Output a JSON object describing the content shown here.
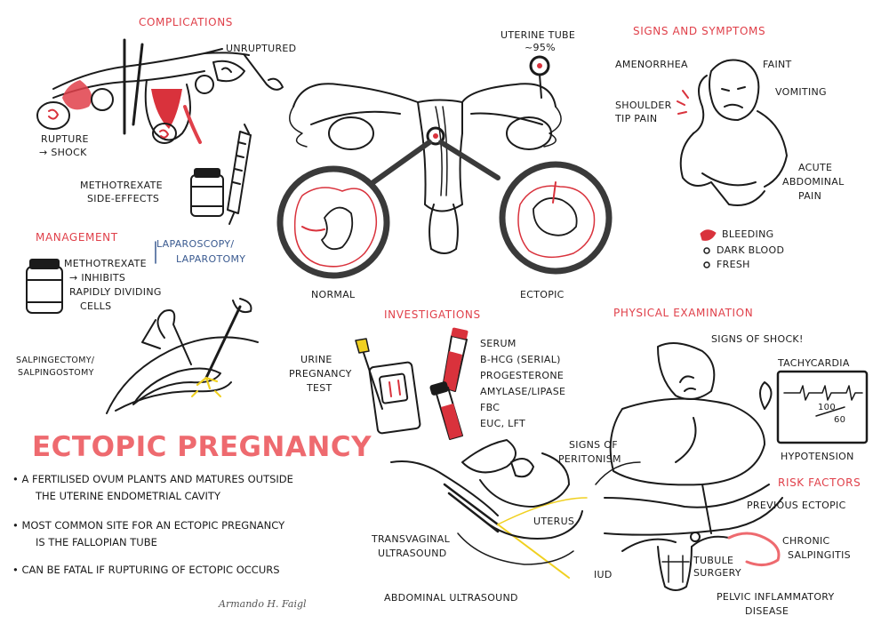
{
  "title": "ECTOPIC PREGNANCY",
  "bullets": [
    "A FERTILISED OVUM PLANTS AND MATURES OUTSIDE",
    "THE UTERINE ENDOMETRIAL CAVITY",
    "MOST COMMON SITE FOR AN ECTOPIC PREGNANCY",
    "IS THE FALLOPIAN TUBE",
    "CAN BE FATAL IF RUPTURING OF ECTOPIC OCCURS"
  ],
  "signature": "Armando H. Faigl",
  "complications": {
    "heading": "COMPLICATIONS",
    "unruptured": "UNRUPTURED",
    "rupture": "RUPTURE",
    "shock": "→ SHOCK",
    "mtx_line1": "METHOTREXATE",
    "mtx_line2": "SIDE-EFFECTS"
  },
  "anatomy": {
    "tube_line1": "UTERINE TUBE",
    "tube_line2": "~95%",
    "normal": "NORMAL",
    "ectopic": "ECTOPIC"
  },
  "signs": {
    "heading": "SIGNS AND SYMPTOMS",
    "amenorrhea": "AMENORRHEA",
    "faint": "FAINT",
    "vomiting": "VOMITING",
    "shoulder_line1": "SHOULDER",
    "shoulder_line2": "TIP PAIN",
    "acute_line1": "ACUTE",
    "acute_line2": "ABDOMINAL",
    "acute_line3": "PAIN",
    "bleeding": "BLEEDING",
    "dark": "DARK BLOOD",
    "fresh": "FRESH"
  },
  "management": {
    "heading": "MANAGEMENT",
    "lap_line1": "LAPAROSCOPY/",
    "lap_line2": "LAPAROTOMY",
    "mtx_line1": "METHOTREXATE",
    "mtx_line2": "→ INHIBITS",
    "mtx_line3": "RAPIDLY DIVIDING",
    "mtx_line4": "CELLS",
    "salp_line1": "SALPINGECTOMY/",
    "salp_line2": "SALPINGOSTOMY"
  },
  "investigations": {
    "heading": "INVESTIGATIONS",
    "urine_line1": "URINE",
    "urine_line2": "PREGNANCY",
    "urine_line3": "TEST",
    "serum": [
      "SERUM",
      "B-HCG (SERIAL)",
      "PROGESTERONE",
      "AMYLASE/LIPASE",
      "FBC",
      "EUC, LFT"
    ],
    "transvaginal_line1": "TRANSVAGINAL",
    "transvaginal_line2": "ULTRASOUND",
    "uterus": "UTERUS",
    "abdominal": "ABDOMINAL ULTRASOUND"
  },
  "physical": {
    "heading": "PHYSICAL EXAMINATION",
    "shock": "SIGNS OF SHOCK!",
    "tachy": "TACHYCARDIA",
    "bp_top": "100",
    "bp_bottom": "60",
    "hypo": "HYPOTENSION",
    "perit_line1": "SIGNS OF",
    "perit_line2": "PERITONISM"
  },
  "risk": {
    "heading": "RISK FACTORS",
    "previous": "PREVIOUS ECTOPIC",
    "chronic_line1": "CHRONIC",
    "chronic_line2": "SALPINGITIS",
    "tubal_line1": "TUBULE",
    "tubal_line2": "SURGERY",
    "iud": "IUD",
    "pid_line1": "PELVIC INFLAMMATORY",
    "pid_line2": "DISEASE"
  },
  "colors": {
    "red": "#e0404a",
    "title": "#ee6a6f",
    "ink": "#1b1b1b",
    "lens": "#3a3a3a"
  }
}
